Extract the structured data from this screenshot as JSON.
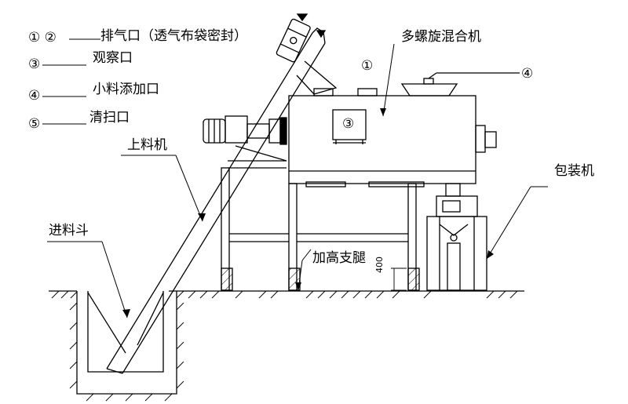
{
  "legend": [
    {
      "marker": "① ②",
      "text": "排气口（透气布袋密封）"
    },
    {
      "marker": "③",
      "text": "观察口"
    },
    {
      "marker": "④",
      "text": "小料添加口"
    },
    {
      "marker": "⑤",
      "text": "清扫口"
    }
  ],
  "labels": {
    "mixer": "多螺旋混合机",
    "conveyor": "上料机",
    "hopper": "进料斗",
    "packer": "包装机",
    "legs": "加高支腿",
    "marker_1": "①",
    "marker_3": "③",
    "marker_4": "④"
  },
  "dimension": {
    "height": "400"
  },
  "style": {
    "line_color": "#000000",
    "background": "#ffffff"
  }
}
